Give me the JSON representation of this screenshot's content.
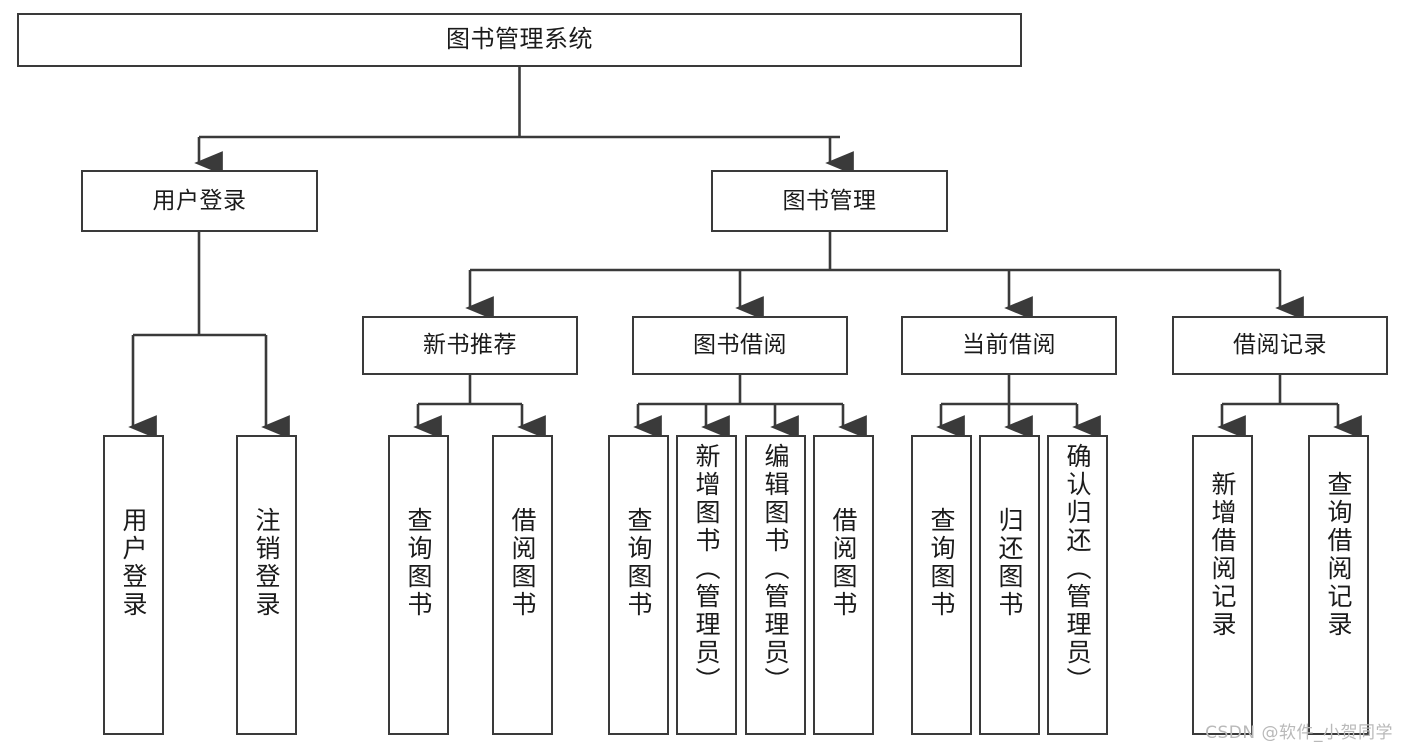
{
  "diagram": {
    "title": "图书管理系统",
    "type": "tree-hierarchy-diagram",
    "colors": {
      "stroke": "#3a3a3a",
      "fill": "#ffffff",
      "text": "#1b1b1b",
      "watermark": "#b9b9b9"
    },
    "watermark": "CSDN @软件_小贺同学",
    "root": {
      "label": "图书管理系统"
    },
    "level2": [
      {
        "label": "用户登录"
      },
      {
        "label": "图书管理"
      }
    ],
    "level3": [
      {
        "label": "新书推荐"
      },
      {
        "label": "图书借阅"
      },
      {
        "label": "当前借阅"
      },
      {
        "label": "借阅记录"
      }
    ],
    "leaves": {
      "user_login": [
        {
          "label": "用户登录"
        },
        {
          "label": "注销登录"
        }
      ],
      "new_book_recommend": [
        {
          "label": "查询图书"
        },
        {
          "label": "借阅图书"
        }
      ],
      "book_borrow": [
        {
          "label": "查询图书"
        },
        {
          "label": "新增图书（管理员）"
        },
        {
          "label": "编辑图书（管理员）"
        },
        {
          "label": "借阅图书"
        }
      ],
      "current_borrow": [
        {
          "label": "查询图书"
        },
        {
          "label": "归还图书"
        },
        {
          "label": "确认归还（管理员）"
        }
      ],
      "borrow_record": [
        {
          "label": "新增借阅记录"
        },
        {
          "label": "查询借阅记录"
        }
      ]
    }
  }
}
